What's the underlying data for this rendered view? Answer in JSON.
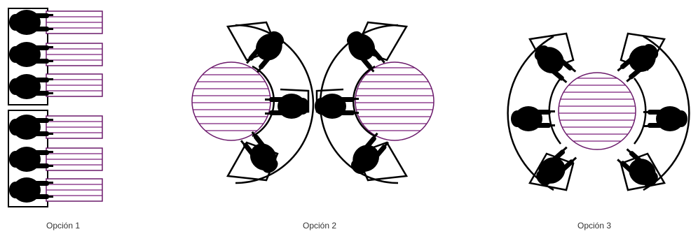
{
  "captions": [
    "Opción 1",
    "Opción 2",
    "Opción 3"
  ],
  "colors": {
    "table_stripe": "#7a1f7a",
    "table_outline": "#6b1a6b",
    "person": "#000000",
    "chair": "#000000",
    "background": "#ffffff"
  },
  "options": [
    {
      "label": "Opción 1",
      "layout": "rows of rectangular desks facing right",
      "people": 6,
      "desk_shape": "rectangle"
    },
    {
      "label": "Opción 2",
      "layout": "two round tables, each with three people in a half-ring",
      "people": 6,
      "desk_shape": "circle"
    },
    {
      "label": "Opción 3",
      "layout": "one round table surrounded by six people in a ring",
      "people": 6,
      "desk_shape": "circle"
    }
  ]
}
